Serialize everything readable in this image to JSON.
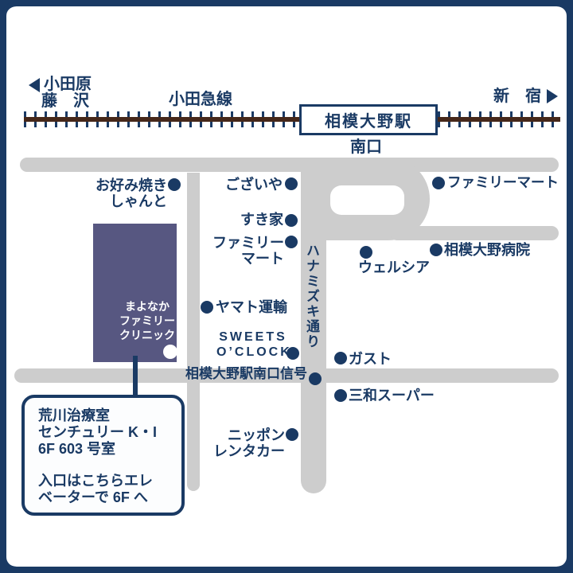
{
  "header": {
    "line_name": "小田急線",
    "dest_left_line1": "小田原",
    "dest_left_line2": "藤　沢",
    "dest_right": "新　宿",
    "station_name": "相模大野駅",
    "exit_label": "南口"
  },
  "streets": {
    "hanamizuki": "ハナミズキ通り",
    "signal": "相模大野駅南口信号"
  },
  "landmarks": {
    "okonomiyaki": {
      "line1": "お好み焼き",
      "line2": "しゃんと"
    },
    "gozaiya": {
      "label": "ございや"
    },
    "sukiya": {
      "label": "すき家"
    },
    "familymart_west": {
      "line1": "ファミリー",
      "line2": "マート"
    },
    "familymart_east": {
      "label": "ファミリーマート"
    },
    "hospital": {
      "label": "相模大野病院"
    },
    "welcia": {
      "label": "ウェルシア"
    },
    "yamato": {
      "label": "ヤマト運輸"
    },
    "sweets": {
      "line1": "SWEETS",
      "line2": "O’CLOCK"
    },
    "gusto": {
      "label": "ガスト"
    },
    "sanwa": {
      "label": "三和スーパー"
    },
    "nippon": {
      "line1": "ニッポン",
      "line2": "レンタカー"
    }
  },
  "building": {
    "line1": "まよなか",
    "line2": "ファミリー",
    "line3": "クリニック"
  },
  "callout": {
    "address_line1": "荒川治療室",
    "address_line2": "センチュリー K・I",
    "address_line3": "6F 603 号室",
    "note_line1": "入口はこちらエレ",
    "note_line2": "ベーターで 6F へ"
  },
  "colors": {
    "navy": "#1a3a64",
    "road_gray": "#cdcdcd",
    "building_purple": "#575781",
    "rail_brown": "#46281a",
    "callout_bg": "#fcfdfe"
  }
}
